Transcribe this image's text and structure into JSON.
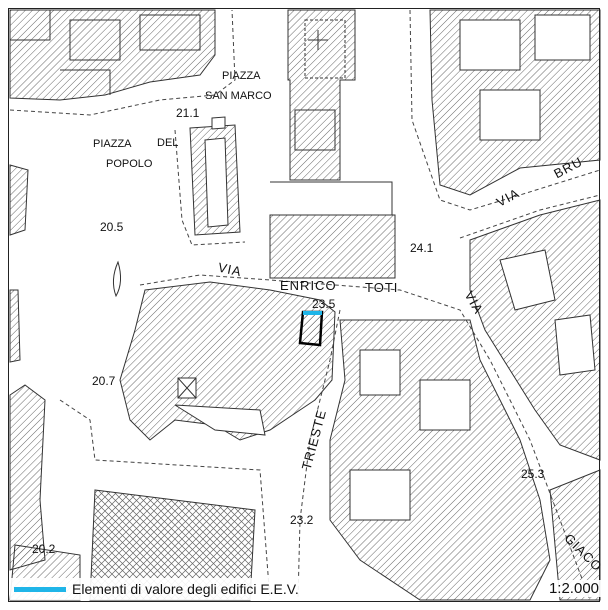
{
  "map": {
    "labels": {
      "piazza_san_marco_1": "PIAZZA",
      "piazza_san_marco_2": "SAN MARCO",
      "piazza_del_popolo_1": "PIAZZA",
      "piazza_del_popolo_2": "DEL",
      "piazza_del_popolo_3": "POPOLO",
      "via_1": "VIA",
      "enrico": "ENRICO",
      "toti": "TOTI",
      "via_2": "VIA",
      "via_3": "VIA",
      "bru": "BRU",
      "trieste": "TRIESTE",
      "giaco": "GIACO"
    },
    "elevations": {
      "e1": "21.1",
      "e2": "20.5",
      "e3": "24.1",
      "e4": "23.5",
      "e5": "20.7",
      "e6": "25.3",
      "e7": "23.2",
      "e8": "20.2"
    }
  },
  "legend": {
    "label": "Elementi di valore degli edifici E.E.V.",
    "color": "#1fb5e8"
  },
  "scale": {
    "text": "1:2.000"
  },
  "colors": {
    "building_stroke": "#333333",
    "highlight": "#1fb5e8"
  }
}
